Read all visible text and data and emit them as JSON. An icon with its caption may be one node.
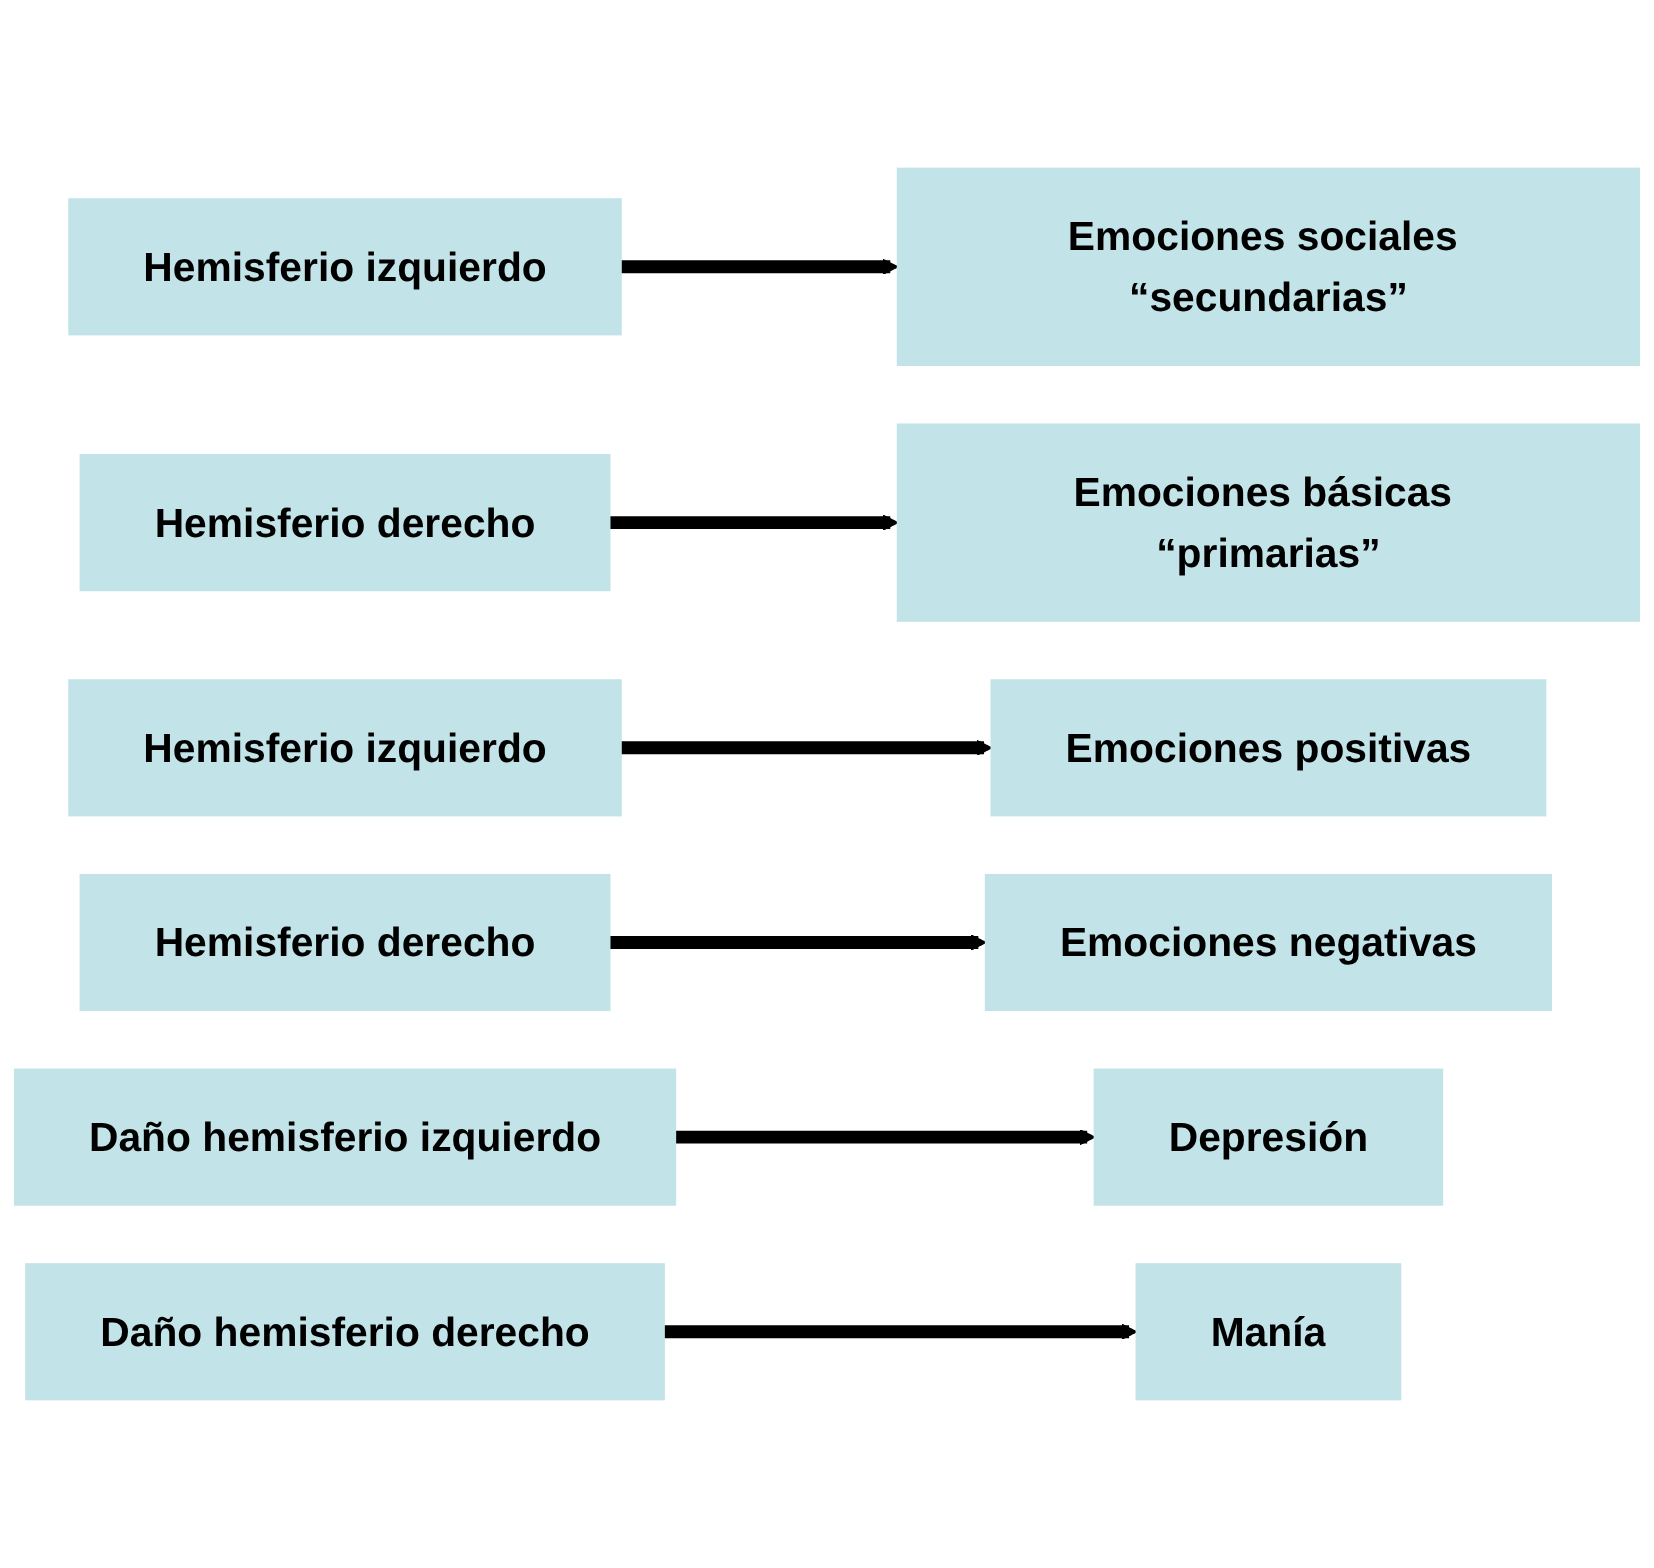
{
  "diagram": {
    "nodes": [
      {
        "text": [
          "Hemisferio izquierdo"
        ]
      },
      {
        "text": [
          "Emociones sociales “secundarias”"
        ]
      },
      {
        "text": [
          "Hemisferio derecho"
        ]
      },
      {
        "text": [
          "Emociones básicas “primarias”"
        ]
      },
      {
        "text": [
          "Hemisferio izquierdo"
        ]
      },
      {
        "text": [
          "Emociones positivas"
        ]
      },
      {
        "text": [
          "Hemisferio derecho"
        ]
      },
      {
        "text": [
          "Emociones negativas"
        ]
      },
      {
        "text": [
          "Daño hemisferio izquierdo"
        ]
      },
      {
        "text": [
          "Depresión"
        ]
      },
      {
        "text": [
          "Daño hemisferio derecho"
        ]
      },
      {
        "text": [
          "Manía"
        ]
      }
    ],
    "edges": [
      {
        "from": 0,
        "to": 1,
        "arrow": "to"
      },
      {
        "from": 2,
        "to": 3,
        "arrow": "to"
      },
      {
        "from": 4,
        "to": 5,
        "arrow": "to"
      },
      {
        "from": 6,
        "to": 7,
        "arrow": "to"
      },
      {
        "from": 8,
        "to": 9,
        "arrow": "to"
      },
      {
        "from": 10,
        "to": 11,
        "arrow": "to"
      }
    ]
  }
}
